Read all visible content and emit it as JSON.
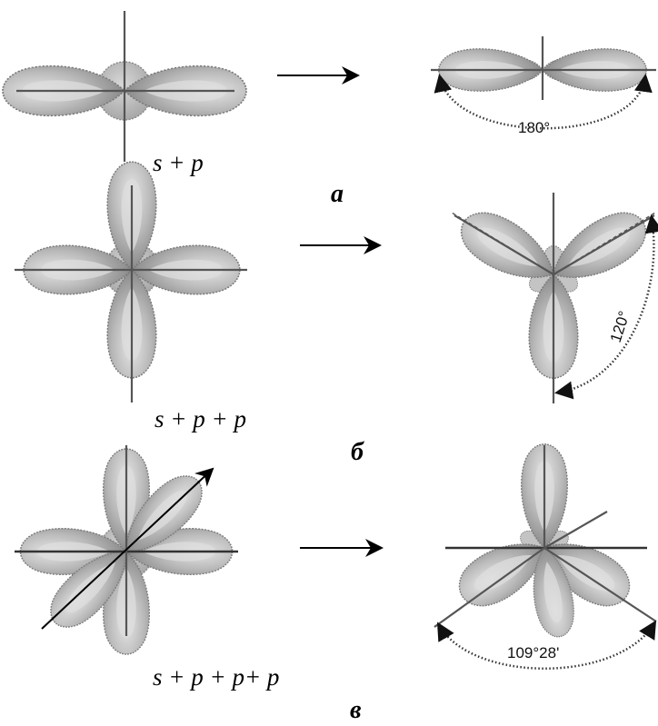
{
  "panels": [
    {
      "letter": "а",
      "formula": "s + p",
      "angle": "180°"
    },
    {
      "letter": "б",
      "formula": "s + p + p",
      "angle": "120°"
    },
    {
      "letter": "в",
      "formula": "s + p + p+ p",
      "angle": "109°28'"
    }
  ],
  "colors": {
    "lobe_fill": "#b8b8b8",
    "lobe_stroke": "#7a7a7a",
    "lobe_highlight": "#e2e2e2",
    "axis": "#555555",
    "arrow": "#000000"
  }
}
